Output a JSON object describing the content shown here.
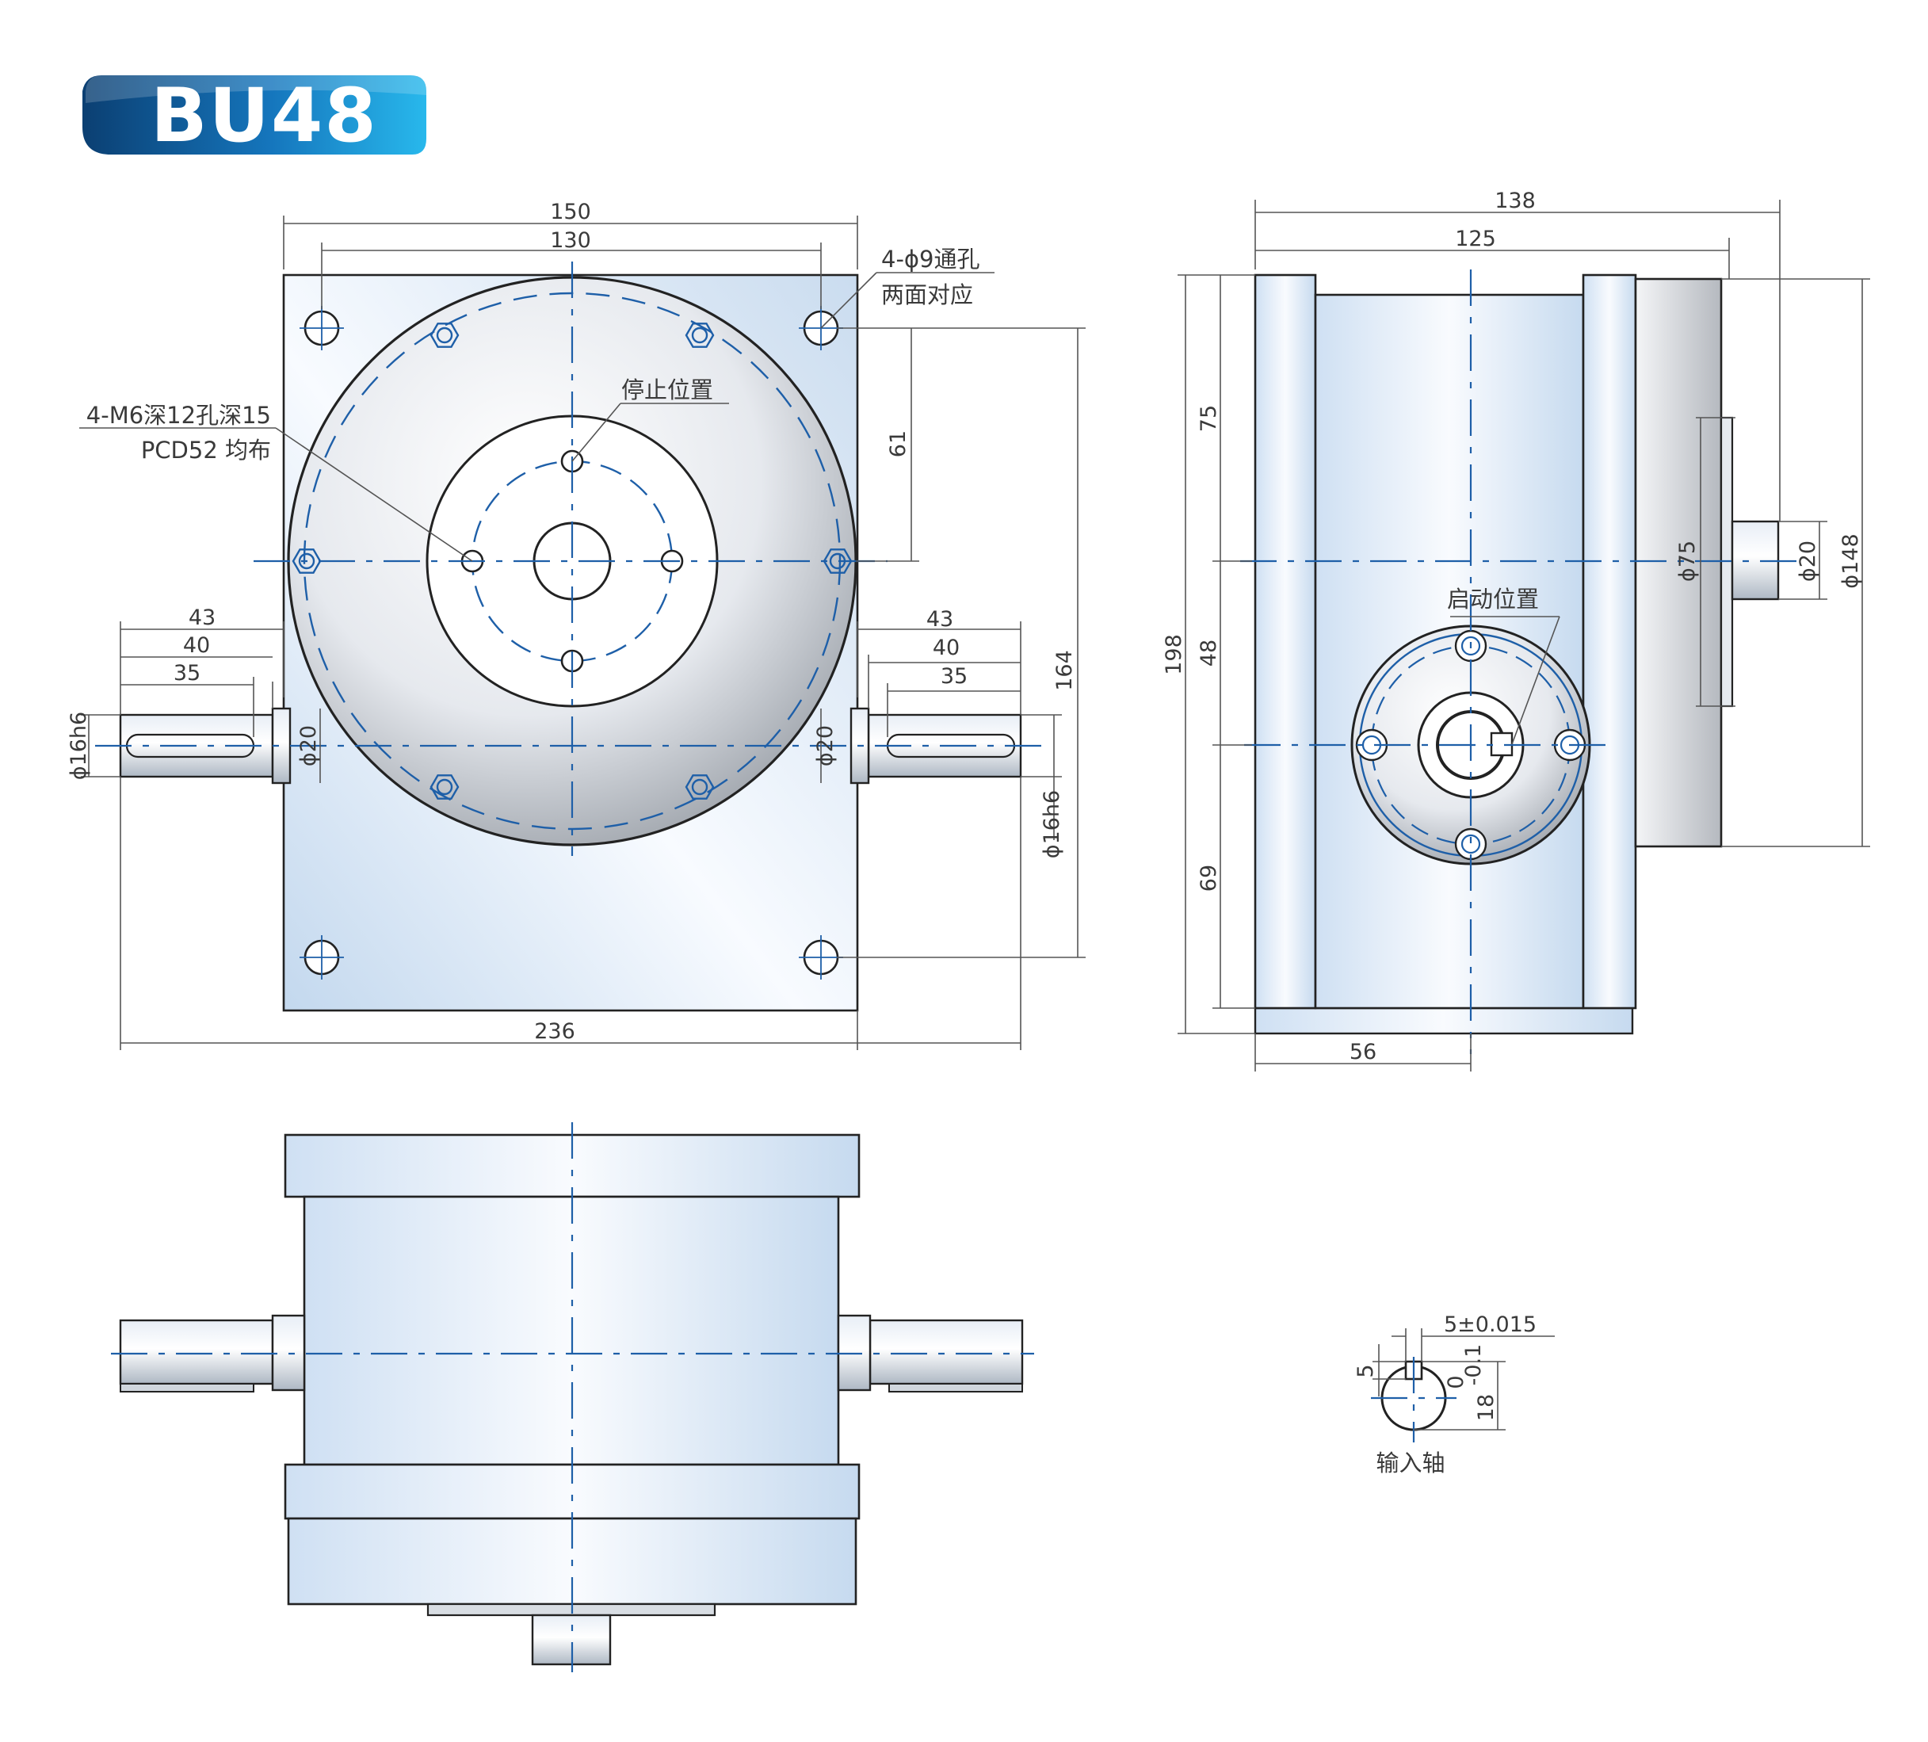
{
  "title": "BU48",
  "colors": {
    "accent": "#1e5fa8",
    "badge_dark": "#0d4f86",
    "badge_light": "#1fb0e8",
    "outline": "#222222"
  },
  "front_view": {
    "dims": {
      "width_150": "150",
      "pitch_130": "130",
      "total_236": "236",
      "height_164": "164",
      "offset_61": "61",
      "left_43": "43",
      "left_40": "40",
      "left_35": "35",
      "right_43": "43",
      "right_40": "40",
      "right_35": "35",
      "shaft_left": "ϕ16h6",
      "collar_left": "ϕ20",
      "collar_right": "ϕ20",
      "shaft_right": "ϕ16h6"
    },
    "notes": {
      "holes_line1": "4-ϕ9通孔",
      "holes_line2": "两面对应",
      "tapped_line1": "4-M6深12孔深15",
      "tapped_line2": "PCD52 均布",
      "stop_position": "停止位置"
    }
  },
  "side_view": {
    "dims": {
      "width_138": "138",
      "width_125": "125",
      "height_198": "198",
      "seg_75": "75",
      "seg_48": "48",
      "seg_69": "69",
      "base_56": "56",
      "dia_75": "ϕ75",
      "dia_20": "ϕ20",
      "dia_148": "ϕ148"
    },
    "notes": {
      "start_position": "启动位置"
    }
  },
  "keyway_detail": {
    "width_tol": "5±0.015",
    "depth": "5",
    "dia_main": "18",
    "tol_upper": "0",
    "tol_lower": "-0.1",
    "label": "输入轴"
  }
}
